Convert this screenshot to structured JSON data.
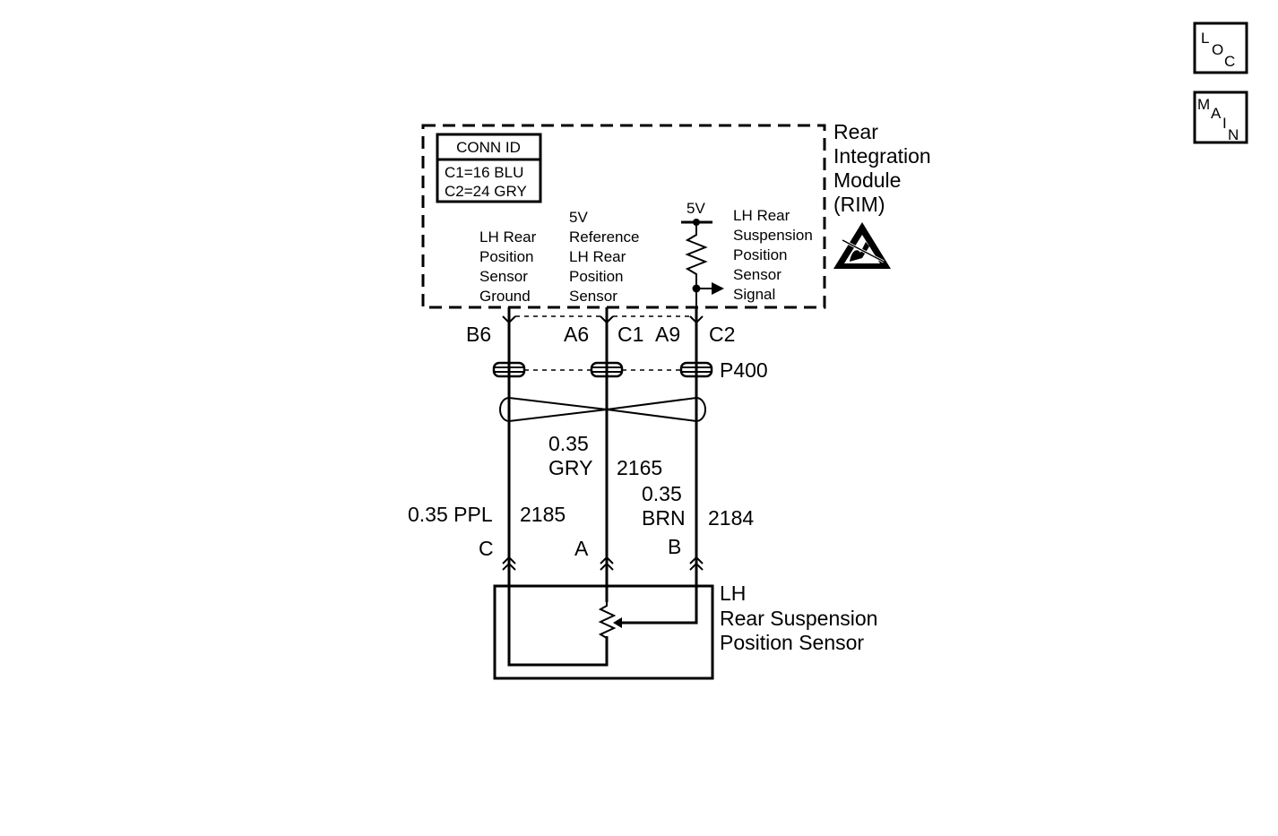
{
  "nav": {
    "loc": {
      "l1": "L",
      "l2": "O",
      "l3": "C"
    },
    "main": {
      "l1": "M",
      "l2": "A",
      "l3": "I",
      "l4": "N"
    }
  },
  "module": {
    "title_lines": [
      "Rear",
      "Integration",
      "Module",
      "(RIM)"
    ],
    "esd_icon": "esd-sensitive-icon",
    "conn_id": {
      "header": "CONN ID",
      "lines": [
        "C1=16 BLU",
        "C2=24 GRY"
      ]
    },
    "internal": {
      "ground_label": [
        "LH Rear",
        "Position",
        "Sensor",
        "Ground"
      ],
      "reference_label": [
        "5V",
        "Reference",
        "LH Rear",
        "Position",
        "Sensor"
      ],
      "supply_label": "5V",
      "signal_label": [
        "LH Rear",
        "Suspension",
        "Position",
        "Sensor",
        "Signal"
      ]
    }
  },
  "pins": {
    "ground": {
      "pin": "B6"
    },
    "reference": {
      "pin": "A6",
      "conn": "C1"
    },
    "signal": {
      "pin": "A9",
      "conn": "C2"
    }
  },
  "connector": {
    "name": "P400"
  },
  "wires": {
    "ground": {
      "gauge_color": "0.35 PPL",
      "circuit": "2185",
      "terminal": "C"
    },
    "reference": {
      "gauge": "0.35",
      "color": "GRY",
      "circuit": "2165",
      "terminal": "A"
    },
    "signal": {
      "gauge": "0.35",
      "color": "BRN",
      "circuit": "2184",
      "terminal": "B"
    }
  },
  "sensor": {
    "title_lines": [
      "LH",
      "Rear Suspension",
      "Position Sensor"
    ]
  },
  "colors": {
    "ink": "#000000",
    "background": "#ffffff"
  }
}
